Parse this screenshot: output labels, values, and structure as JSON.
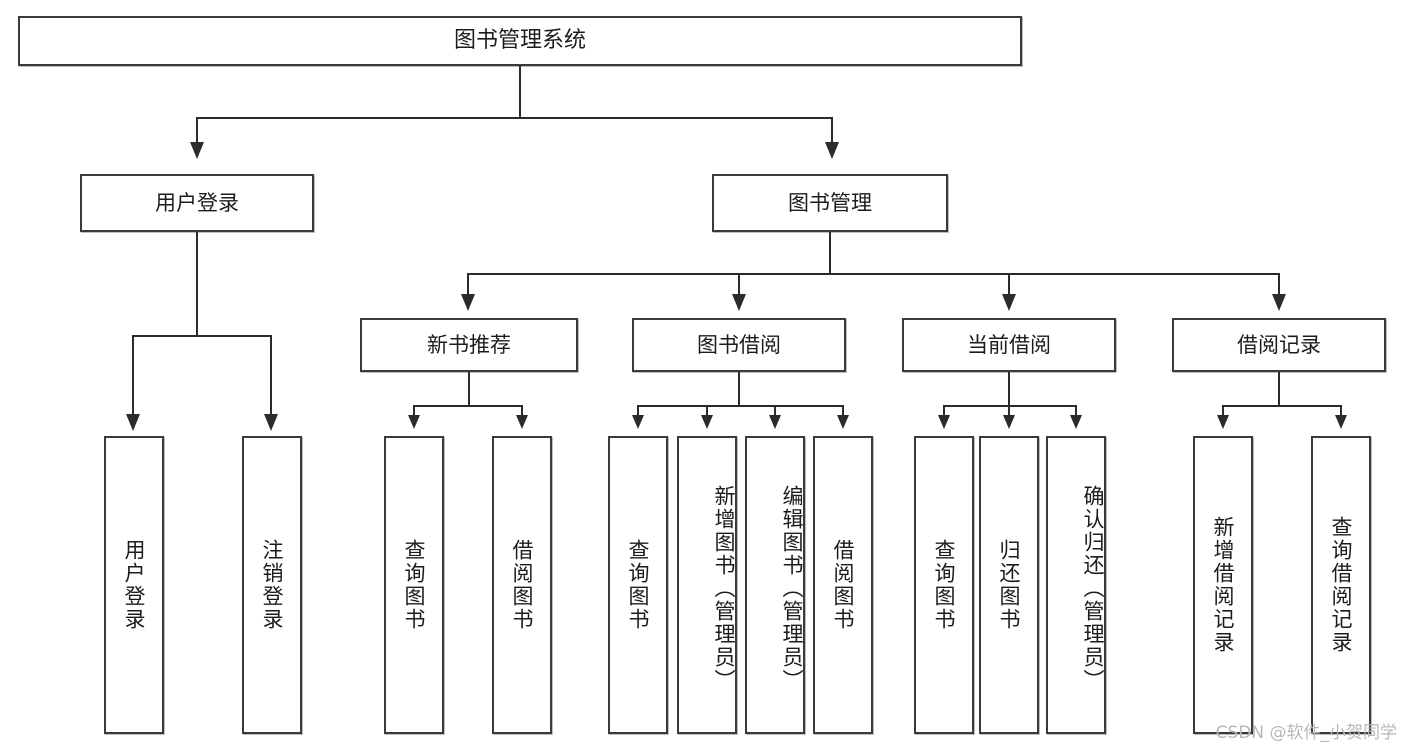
{
  "diagram": {
    "title": "图书管理系统",
    "watermark": "CSDN @软件_小贺同学",
    "type": "tree",
    "root": {
      "label": "图书管理系统"
    },
    "level2": [
      {
        "label": "用户登录"
      },
      {
        "label": "图书管理"
      }
    ],
    "level3": [
      {
        "label": "新书推荐"
      },
      {
        "label": "图书借阅"
      },
      {
        "label": "当前借阅"
      },
      {
        "label": "借阅记录"
      }
    ],
    "leaves": {
      "user_login": [
        {
          "label": "用户登录"
        },
        {
          "label": "注销登录"
        }
      ],
      "new_book": [
        {
          "label": "查询图书"
        },
        {
          "label": "借阅图书"
        }
      ],
      "book_borrow": [
        {
          "label": "查询图书"
        },
        {
          "label": "新增图书（管理员）"
        },
        {
          "label": "编辑图书（管理员）"
        },
        {
          "label": "借阅图书"
        }
      ],
      "current_borrow": [
        {
          "label": "查询图书"
        },
        {
          "label": "归还图书"
        },
        {
          "label": "确认归还（管理员）"
        }
      ],
      "borrow_record": [
        {
          "label": "新增借阅记录"
        },
        {
          "label": "查询借阅记录"
        }
      ]
    }
  },
  "colors": {
    "background": "#ffffff",
    "box_border": "#3a3a3a",
    "connector": "#2b2b2b",
    "text": "#1c1c1c",
    "watermark": "#b8b8b8"
  }
}
